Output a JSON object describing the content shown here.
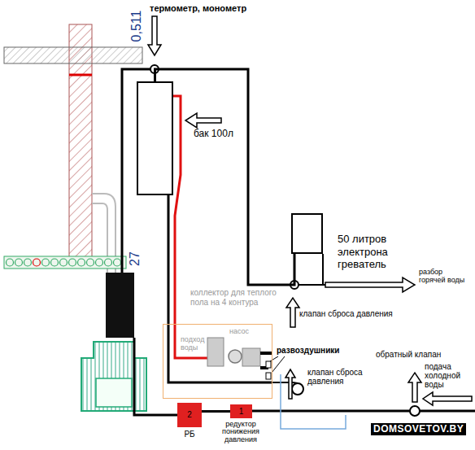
{
  "diagram": {
    "nodes": [
      {
        "text": [
          "бак 100л"
        ]
      },
      {
        "text": [
          "50 литров электрона греватель"
        ]
      },
      {
        "text": [
          "2",
          "РБ"
        ]
      },
      {
        "text": [
          "1",
          "редуктор понижения давления"
        ]
      },
      {
        "text": [
          "коллектор для теплого пола на 4 контура"
        ]
      }
    ],
    "edges": [
      {
        "from": 0,
        "to": 1,
        "arrow": "none"
      },
      {
        "from": 0,
        "to": 4,
        "arrow": "none"
      },
      {
        "from": 2,
        "to": 3,
        "arrow": "none"
      }
    ],
    "labels": [
      "термометр, монометр",
      "0,511",
      "27",
      "разбор горячей воды",
      "клапан сброса давления",
      "подход воды",
      "насос",
      "развоздушники",
      "клапан сброса давления",
      "обратный клапан",
      "подача холодной воды",
      "DOMSOVETOV.BY"
    ]
  }
}
